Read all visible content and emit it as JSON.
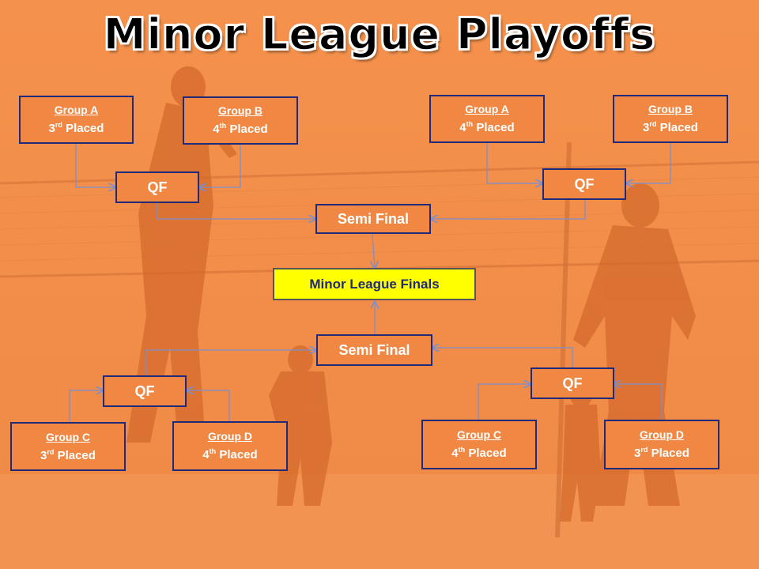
{
  "title": "Minor League Playoffs",
  "colors": {
    "background": "#f08844",
    "border": "#1f2a7a",
    "final_fill": "#ffff00",
    "connector": "#7a8fcf"
  },
  "top_left": {
    "team1": {
      "group": "Group A",
      "rank": "3",
      "suffix": "rd",
      "placed": "Placed"
    },
    "team2": {
      "group": "Group B",
      "rank": "4",
      "suffix": "th",
      "placed": "Placed"
    },
    "qf": "QF"
  },
  "top_right": {
    "team1": {
      "group": "Group A",
      "rank": "4",
      "suffix": "th",
      "placed": "Placed"
    },
    "team2": {
      "group": "Group B",
      "rank": "3",
      "suffix": "rd",
      "placed": "Placed"
    },
    "qf": "QF"
  },
  "semi_top": "Semi Final",
  "final": "Minor League Finals",
  "semi_bottom": "Semi Final",
  "bottom_left": {
    "qf": "QF",
    "team1": {
      "group": "Group C",
      "rank": "3",
      "suffix": "rd",
      "placed": "Placed"
    },
    "team2": {
      "group": "Group D",
      "rank": "4",
      "suffix": "th",
      "placed": "Placed"
    }
  },
  "bottom_right": {
    "qf": "QF",
    "team1": {
      "group": "Group C",
      "rank": "4",
      "suffix": "th",
      "placed": "Placed"
    },
    "team2": {
      "group": "Group D",
      "rank": "3",
      "suffix": "rd",
      "placed": "Placed"
    }
  }
}
